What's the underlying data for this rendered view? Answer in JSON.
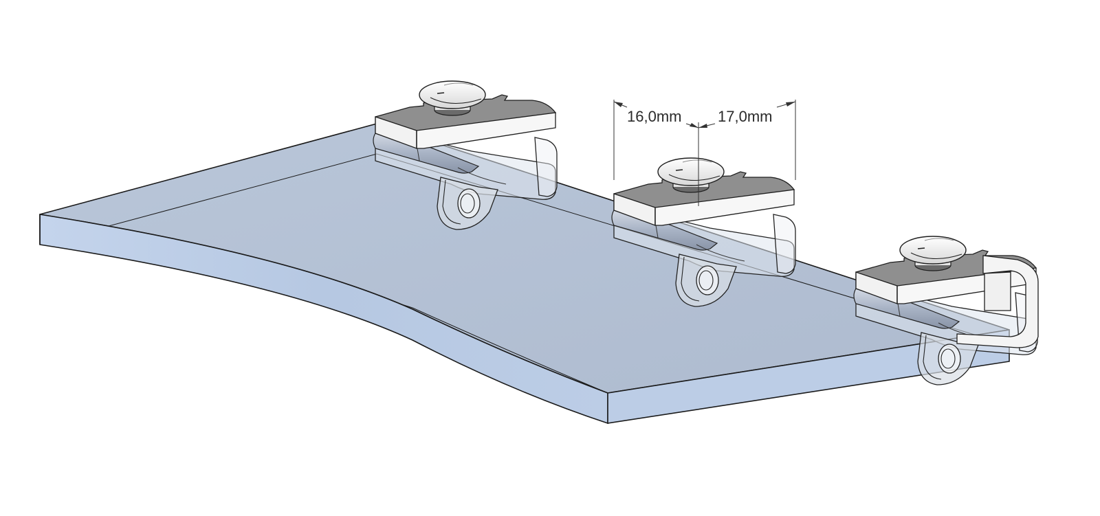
{
  "dimensions": {
    "left": "16,0mm",
    "right": "17,0mm"
  },
  "colors": {
    "panel_top": "#b3c0d3",
    "panel_front": "#bccde6",
    "panel_edge": "#1a1a1a",
    "clip_top": "#8f8f8f",
    "clip_side": "#f4f4f4",
    "clip_shadow": "#6f7683",
    "screw": "#eeeeee"
  },
  "clips": [
    "clip-left",
    "clip-middle",
    "clip-right"
  ]
}
